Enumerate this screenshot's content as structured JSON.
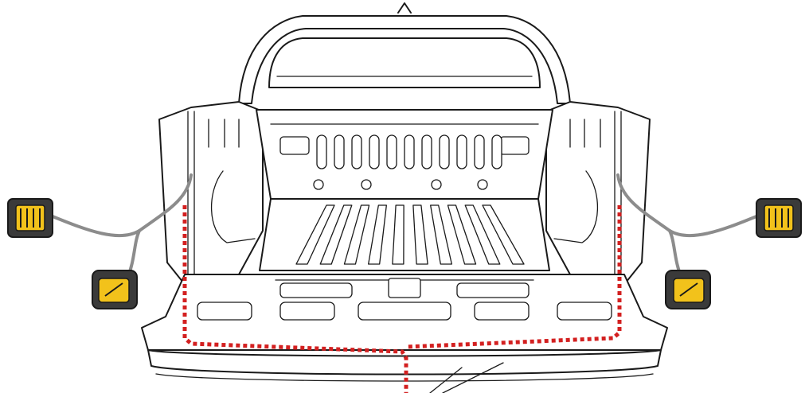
{
  "figure": {
    "subject": "pickup-truck-bed-rear-view",
    "colors": {
      "outline": "#1a1a1a",
      "background": "#ffffff",
      "wire_route": "#d32020",
      "harness_cable": "#8c8c8c",
      "connector_body": "#3a3a3a",
      "connector_highlight": "#f2c21b"
    },
    "wire_route_style": "dotted",
    "connectors": {
      "left": [
        "connector-plug",
        "connector-socket"
      ],
      "right": [
        "connector-plug",
        "connector-socket"
      ]
    }
  }
}
